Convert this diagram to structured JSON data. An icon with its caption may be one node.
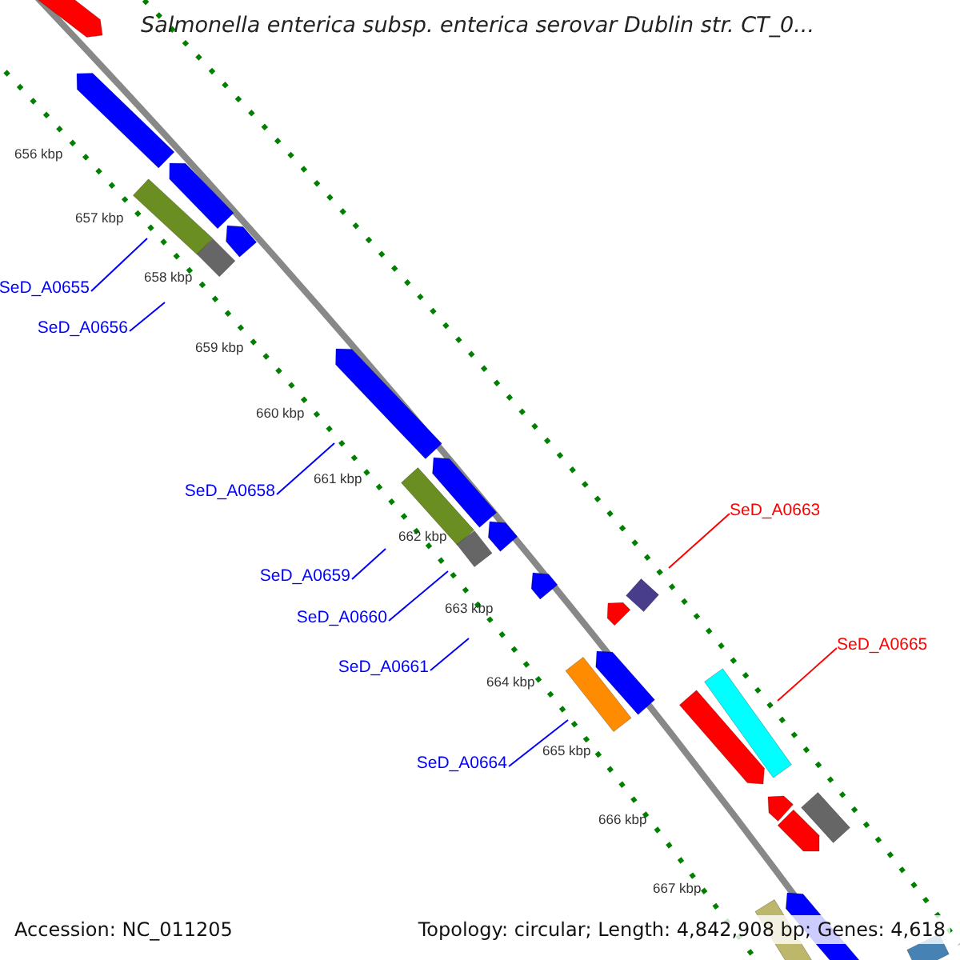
{
  "diagram": {
    "title": "Salmonella enterica subsp. enterica serovar Dublin str. CT_0...",
    "nodes": [
      {
        "text": [
          "SeD_A0655"
        ]
      },
      {
        "text": [
          "SeD_A0656"
        ]
      },
      {
        "text": [
          "SeD_A0658"
        ]
      },
      {
        "text": [
          "SeD_A0663"
        ]
      },
      {
        "text": [
          "SeD_A0659"
        ]
      },
      {
        "text": [
          "SeD_A0660"
        ]
      },
      {
        "text": [
          "SeD_A0665"
        ]
      },
      {
        "text": [
          "SeD_A0661"
        ]
      },
      {
        "text": [
          "SeD_A0664"
        ]
      }
    ],
    "edges": [
      {
        "from": 0,
        "to": null,
        "arrow": "none"
      },
      {
        "from": 1,
        "to": null,
        "arrow": "none"
      },
      {
        "from": 2,
        "to": null,
        "arrow": "none"
      },
      {
        "from": 3,
        "to": null,
        "arrow": "none",
        "color": "#ff0000"
      },
      {
        "from": 4,
        "to": null,
        "arrow": "none"
      },
      {
        "from": 5,
        "to": null,
        "arrow": "none"
      },
      {
        "from": 6,
        "to": null,
        "arrow": "none",
        "color": "#ff0000"
      },
      {
        "from": 7,
        "to": null,
        "arrow": "none"
      },
      {
        "from": 8,
        "to": null,
        "arrow": "none"
      }
    ],
    "labels": [
      "656 kbp",
      "657 kbp",
      "658 kbp",
      "659 kbp",
      "660 kbp",
      "661 kbp",
      "662 kbp",
      "663 kbp",
      "664 kbp",
      "665 kbp",
      "666 kbp",
      "667 kbp",
      "Accession: NC_011205",
      "Topology: circular; Length: 4,842,908 bp; Genes: 4,618"
    ]
  }
}
